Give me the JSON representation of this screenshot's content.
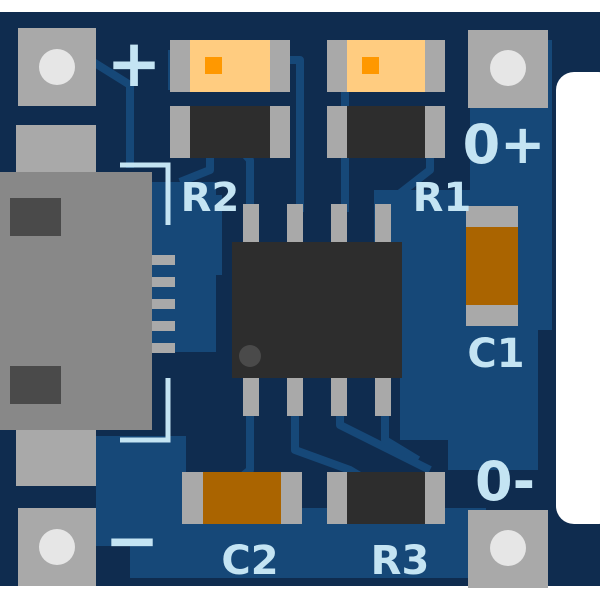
{
  "board": {
    "colors": {
      "pcb_base": "#0f2c4f",
      "copper_pour": "#164878",
      "silkscreen": "#c4e4f3",
      "pad_metal": "#a9a9a9",
      "pad_hole": "#e6e6e6",
      "ic_body": "#2d2d2d",
      "led_body": "#ffcc80",
      "led_dot": "#ff9800",
      "capacitor_body": "#aa6400",
      "usb_shell": "#888888"
    },
    "labels": {
      "plus": "+",
      "minus": "−",
      "out_plus": "0+",
      "out_minus": "0-",
      "r1": "R1",
      "r2": "R2",
      "r3": "R3",
      "c1": "C1",
      "c2": "C2"
    }
  }
}
